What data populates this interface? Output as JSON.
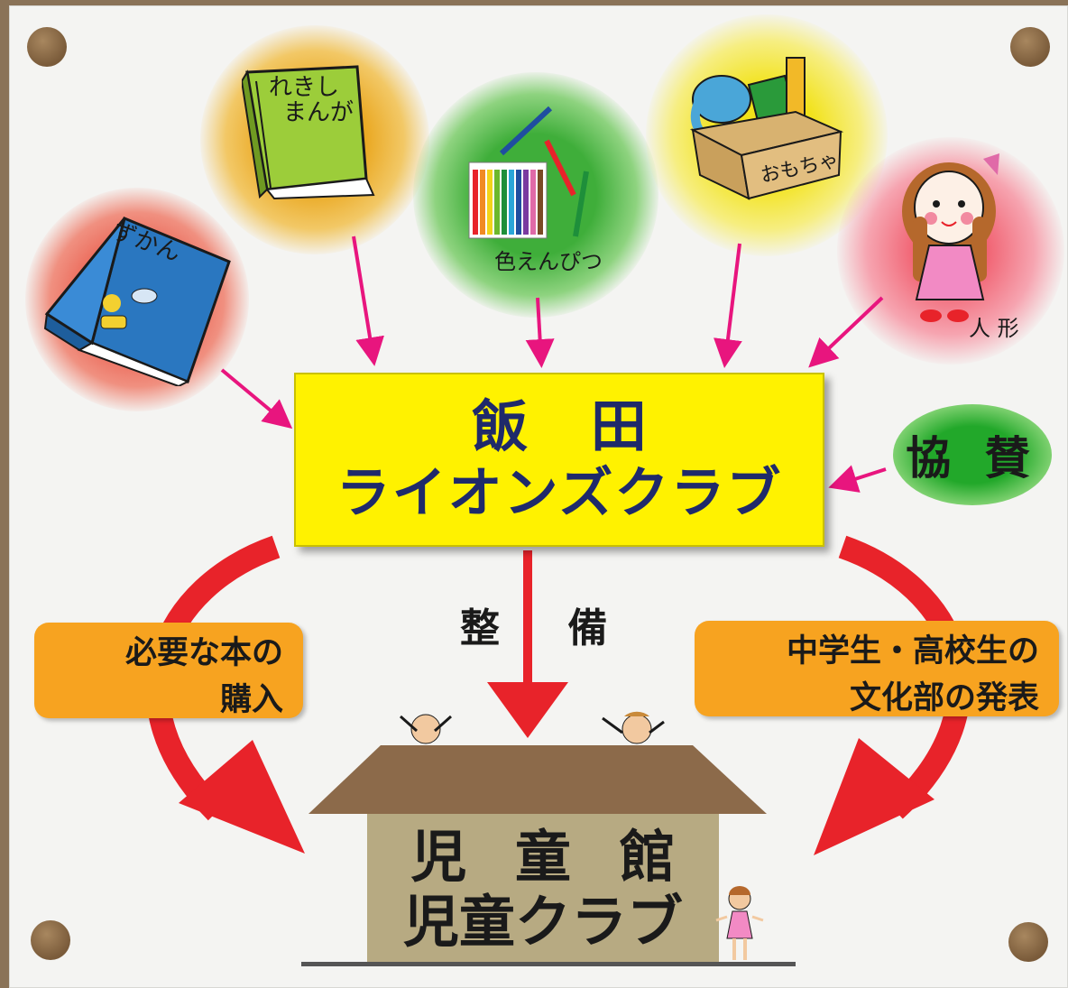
{
  "center": {
    "line1": "飯 田",
    "line2": "ライオンズクラブ"
  },
  "sponsor": "協 賛",
  "items": {
    "zukan": "ずかん",
    "manga_line1": "れきし",
    "manga_line2": "まんが",
    "pencils": "色えんぴつ",
    "toys": "おもちゃ",
    "doll": "人 形"
  },
  "left_box": {
    "line1": "必要な本の",
    "line2": "購入"
  },
  "right_box": {
    "line1": "中学生・高校生の",
    "line2": "文化部の発表"
  },
  "center_arrow_label": "整 備",
  "house": {
    "line1": "児 童 館",
    "line2": "児童クラブ"
  },
  "colors": {
    "yellow_box": "#fff200",
    "arrow_red": "#e8232a",
    "arrow_pink": "#e8157e",
    "orange_box": "#f7a320",
    "house": "#b7aa82",
    "roof": "#8c6a4a"
  }
}
